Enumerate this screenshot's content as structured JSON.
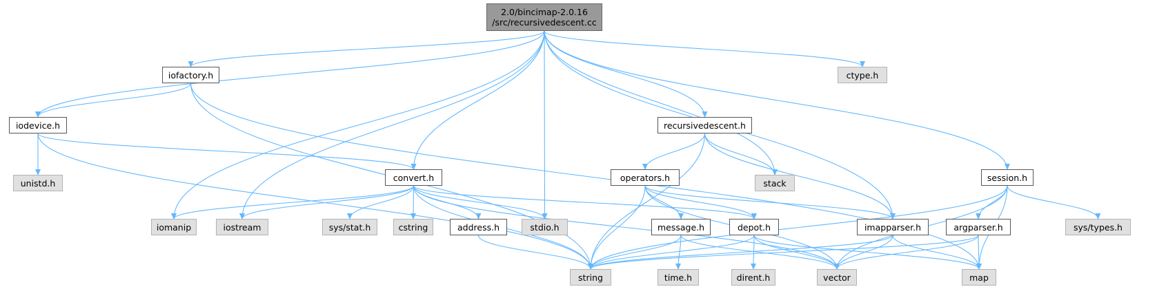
{
  "colors": {
    "edge": "#63b8ff",
    "root_fill": "#999999",
    "system_fill": "#e0e0e0",
    "local_fill": "#ffffff",
    "border": "#666666"
  },
  "nodes": {
    "root": {
      "line1": "2.0/bincimap-2.0.16",
      "line2": "/src/recursivedescent.cc"
    },
    "iofactory": "iofactory.h",
    "ctype": "ctype.h",
    "iodevice": "iodevice.h",
    "recursivedescent": "recursivedescent.h",
    "unistd": "unistd.h",
    "convert": "convert.h",
    "operators": "operators.h",
    "stack": "stack",
    "session": "session.h",
    "iomanip": "iomanip",
    "iostream": "iostream",
    "sysstat": "sys/stat.h",
    "cstring": "cstring",
    "address": "address.h",
    "stdio": "stdio.h",
    "message": "message.h",
    "depot": "depot.h",
    "imapparser": "imapparser.h",
    "argparser": "argparser.h",
    "systypes": "sys/types.h",
    "string": "string",
    "time": "time.h",
    "dirent": "dirent.h",
    "vector": "vector",
    "map": "map"
  },
  "edges": [
    [
      "root",
      "iofactory"
    ],
    [
      "root",
      "ctype"
    ],
    [
      "root",
      "iodevice"
    ],
    [
      "root",
      "recursivedescent"
    ],
    [
      "root",
      "convert"
    ],
    [
      "root",
      "stack"
    ],
    [
      "root",
      "session"
    ],
    [
      "root",
      "iomanip"
    ],
    [
      "root",
      "iostream"
    ],
    [
      "root",
      "stdio"
    ],
    [
      "root",
      "imapparser"
    ],
    [
      "iofactory",
      "iodevice"
    ],
    [
      "iofactory",
      "string"
    ],
    [
      "iofactory",
      "map"
    ],
    [
      "iodevice",
      "unistd"
    ],
    [
      "iodevice",
      "convert"
    ],
    [
      "iodevice",
      "string"
    ],
    [
      "recursivedescent",
      "operators"
    ],
    [
      "recursivedescent",
      "stack"
    ],
    [
      "recursivedescent",
      "imapparser"
    ],
    [
      "recursivedescent",
      "string"
    ],
    [
      "convert",
      "iomanip"
    ],
    [
      "convert",
      "iostream"
    ],
    [
      "convert",
      "sysstat"
    ],
    [
      "convert",
      "cstring"
    ],
    [
      "convert",
      "address"
    ],
    [
      "convert",
      "stdio"
    ],
    [
      "convert",
      "depot"
    ],
    [
      "convert",
      "string"
    ],
    [
      "convert",
      "vector"
    ],
    [
      "operators",
      "message"
    ],
    [
      "operators",
      "depot"
    ],
    [
      "operators",
      "imapparser"
    ],
    [
      "operators",
      "string"
    ],
    [
      "operators",
      "vector"
    ],
    [
      "session",
      "argparser"
    ],
    [
      "session",
      "systypes"
    ],
    [
      "session",
      "string"
    ],
    [
      "session",
      "vector"
    ],
    [
      "session",
      "map"
    ],
    [
      "address",
      "string"
    ],
    [
      "message",
      "time"
    ],
    [
      "message",
      "string"
    ],
    [
      "message",
      "vector"
    ],
    [
      "depot",
      "dirent"
    ],
    [
      "depot",
      "string"
    ],
    [
      "depot",
      "vector"
    ],
    [
      "depot",
      "map"
    ],
    [
      "imapparser",
      "string"
    ],
    [
      "imapparser",
      "vector"
    ],
    [
      "imapparser",
      "map"
    ],
    [
      "argparser",
      "string"
    ],
    [
      "argparser",
      "vector"
    ],
    [
      "argparser",
      "map"
    ]
  ]
}
